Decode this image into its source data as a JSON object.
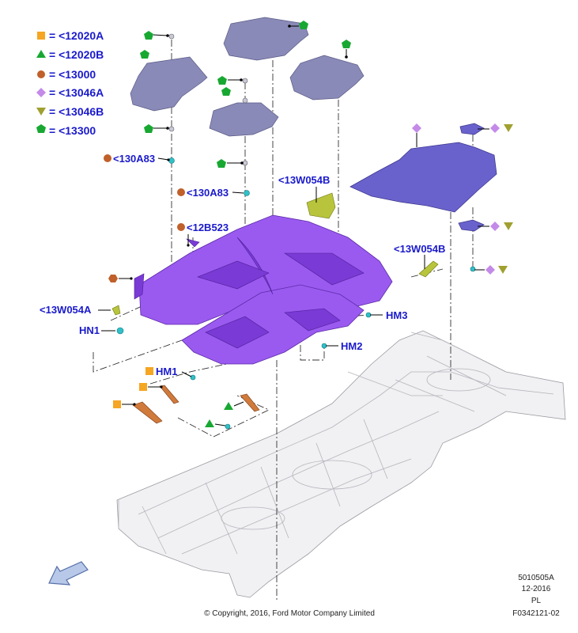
{
  "legend": [
    {
      "symbol": "square",
      "color": "#f5a623",
      "label": "= <12020A"
    },
    {
      "symbol": "triangle",
      "color": "#18a832",
      "label": "= <12020B"
    },
    {
      "symbol": "circle",
      "color": "#c0602a",
      "label": "= <13000"
    },
    {
      "symbol": "diamond",
      "color": "#c48ae8",
      "label": "= <13046A"
    },
    {
      "symbol": "triangle-down",
      "color": "#a0a030",
      "label": "= <13046B"
    },
    {
      "symbol": "pentagon",
      "color": "#18a832",
      "label": "= <13300"
    }
  ],
  "callouts": {
    "c130a83_1": "<130A83",
    "c130a83_2": "<130A83",
    "c12b523": "<12B523",
    "c13w054b_1": "<13W054B",
    "c13w054b_2": "<13W054B",
    "c13w054a": "<13W054A",
    "hn1": "HN1",
    "hm1": "HM1",
    "hm2": "HM2",
    "hm3": "HM3"
  },
  "meta": {
    "code1": "5010505A",
    "date": "12-2016",
    "lang": "PL",
    "figure": "F0342121-02",
    "copyright": "© Copyright, 2016, Ford Motor Company Limited"
  },
  "colors": {
    "callout_text": "#1a1acc",
    "carpet": "#9a5af0",
    "mat": "#8a8ab8",
    "cargo_mat": "#6a62cc",
    "pad": "#b8c43c",
    "clip": "#30c0c8",
    "floor": "#f1f1f3"
  },
  "icons": [
    "direction-arrow-icon"
  ]
}
